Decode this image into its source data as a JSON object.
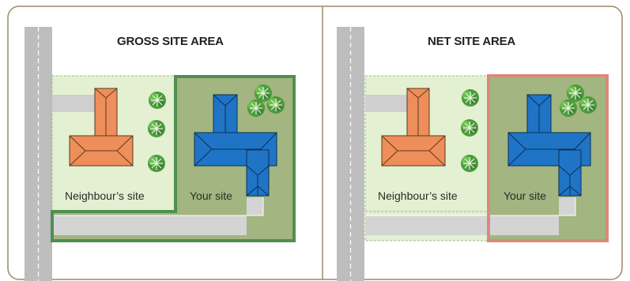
{
  "panels": [
    {
      "title": "GROSS SITE AREA",
      "neighbour_label": "Neighbour’s site",
      "your_label": "Your site",
      "boundary_color": "#4f8f52"
    },
    {
      "title": "NET SITE AREA",
      "neighbour_label": "Neighbour’s site",
      "your_label": "Your site",
      "boundary_color": "#d98a7a"
    }
  ],
  "colors": {
    "frame": "#9a8a66",
    "road": "#bdbdbd",
    "driveway": "#d2d2d2",
    "neighbour_site": "#e4f0d2",
    "your_site": "#93a86a",
    "neighbour_roof": "#ee8e5a",
    "your_roof": "#1f74c6",
    "tree": "#5aa046"
  }
}
